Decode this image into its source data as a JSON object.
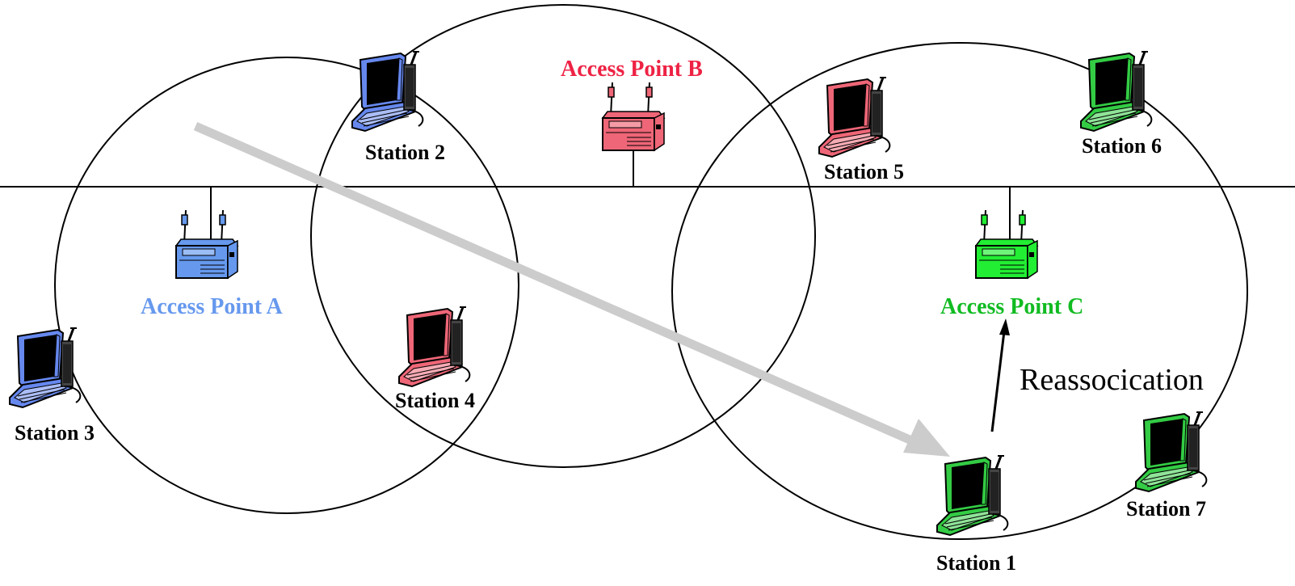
{
  "colors": {
    "ap_a": "#6699ee",
    "ap_b": "#ee2244",
    "ap_c": "#11bb22",
    "line": "#000000",
    "roam_arrow": "#cccccc"
  },
  "access_points": {
    "a": {
      "label": "Access Point A"
    },
    "b": {
      "label": "Access Point B"
    },
    "c": {
      "label": "Access Point C"
    }
  },
  "stations": {
    "s1": {
      "label": "Station 1",
      "ap": "c"
    },
    "s2": {
      "label": "Station 2",
      "ap": "a"
    },
    "s3": {
      "label": "Station 3",
      "ap": "a"
    },
    "s4": {
      "label": "Station 4",
      "ap": "b"
    },
    "s5": {
      "label": "Station 5",
      "ap": "b"
    },
    "s6": {
      "label": "Station 6",
      "ap": "c"
    },
    "s7": {
      "label": "Station 7",
      "ap": "c"
    }
  },
  "annotation": {
    "reassociation": "Reassocication"
  },
  "icons": {
    "laptop": "laptop-icon",
    "access_point": "router-icon"
  }
}
